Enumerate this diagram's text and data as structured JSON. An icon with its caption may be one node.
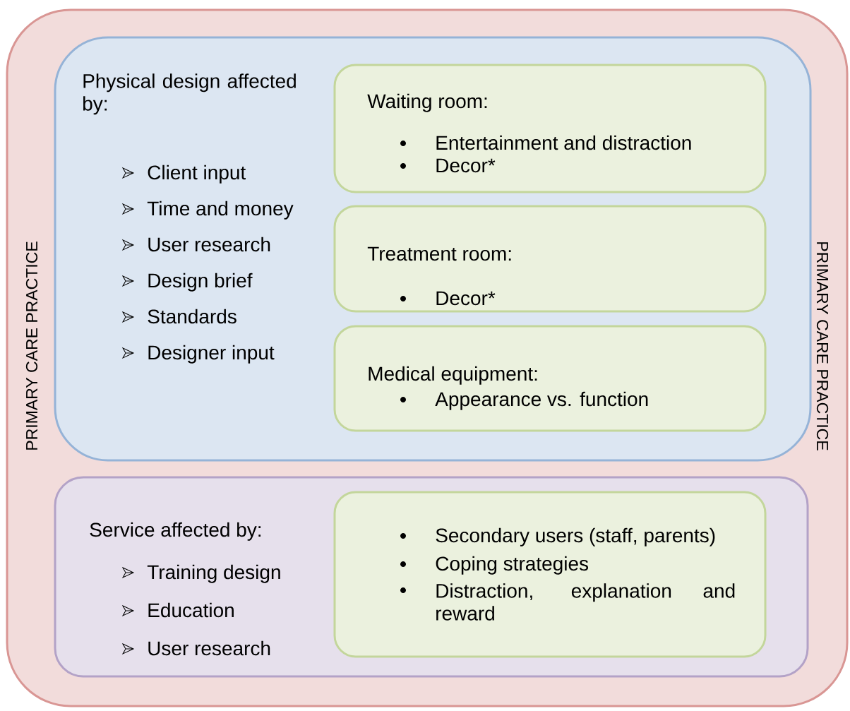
{
  "diagram": {
    "nodes": [
      {
        "text": [
          "PRIMARY CARE PRACTICE",
          "PRIMARY CARE PRACTICE"
        ]
      },
      {
        "text": [
          "Physical design affected by:",
          "Client input",
          "Time and money",
          "User research",
          "Design brief",
          "Standards",
          "Designer input"
        ],
        "in": 0
      },
      {
        "text": [
          "Waiting room:",
          "Entertainment and distraction",
          "Decor*"
        ],
        "in": 1
      },
      {
        "text": [
          "Treatment room:",
          "Decor*"
        ],
        "in": 1
      },
      {
        "text": [
          "Medical equipment:",
          "Appearance vs. function"
        ],
        "in": 1
      },
      {
        "text": [
          "Service affected by:",
          "Training design",
          "Education",
          "User research"
        ],
        "in": 0
      },
      {
        "text": [
          "Secondary users (staff, parents)",
          "Coping strategies",
          "Distraction, explanation and reward"
        ],
        "in": 5
      }
    ]
  }
}
